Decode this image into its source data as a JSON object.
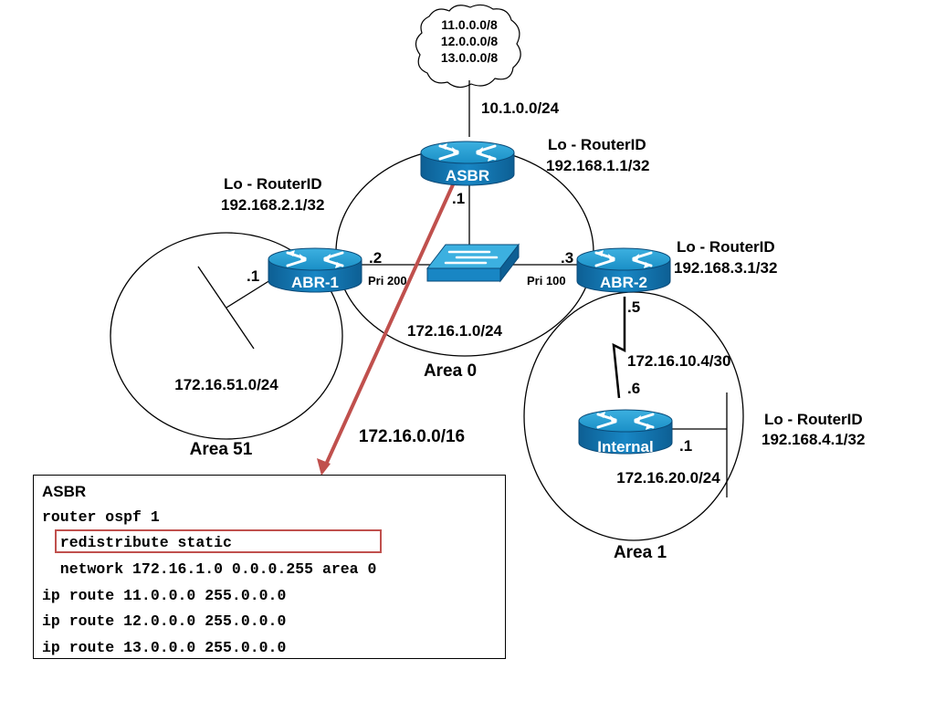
{
  "cloud_networks": [
    "11.0.0.0/8",
    "12.0.0.0/8",
    "13.0.0.0/8"
  ],
  "routers": {
    "asbr": {
      "label": "ASBR",
      "lo_title": "Lo - RouterID",
      "router_id": "192.168.1.1/32"
    },
    "abr1": {
      "label": "ABR-1",
      "lo_title": "Lo - RouterID",
      "router_id": "192.168.2.1/32"
    },
    "abr2": {
      "label": "ABR-2",
      "lo_title": "Lo - RouterID",
      "router_id": "192.168.3.1/32"
    },
    "internal": {
      "label": "Internal",
      "lo_title": "Lo - RouterID",
      "router_id": "192.168.4.1/32"
    }
  },
  "links": {
    "asbr_uplink": "10.1.0.0/24",
    "asbr_if": ".1",
    "abr1_area0_if": ".2",
    "abr1_priority": "Pri 200",
    "abr2_area0_if": ".3",
    "abr2_priority": "Pri 100",
    "abr1_area51_if": ".1",
    "abr2_serial_if": ".5",
    "serial_net": "172.16.10.4/30",
    "internal_serial_if": ".6",
    "internal_lan_if": ".1"
  },
  "areas": {
    "area0": {
      "name": "Area 0",
      "network": "172.16.1.0/24"
    },
    "area51": {
      "name": "Area 51",
      "network": "172.16.51.0/24"
    },
    "area1": {
      "name": "Area 1",
      "network": "172.16.20.0/24"
    }
  },
  "summary_route": "172.16.0.0/16",
  "colors": {
    "router": "#1a8fc6",
    "arrow": "#c0504d",
    "highlight": "#c0504d"
  },
  "config": {
    "title": "ASBR",
    "lines": [
      "router ospf 1",
      "  redistribute static",
      "  network 172.16.1.0 0.0.0.255 area 0",
      "ip route 11.0.0.0 255.0.0.0",
      "ip route 12.0.0.0 255.0.0.0",
      "ip route 13.0.0.0 255.0.0.0"
    ]
  }
}
